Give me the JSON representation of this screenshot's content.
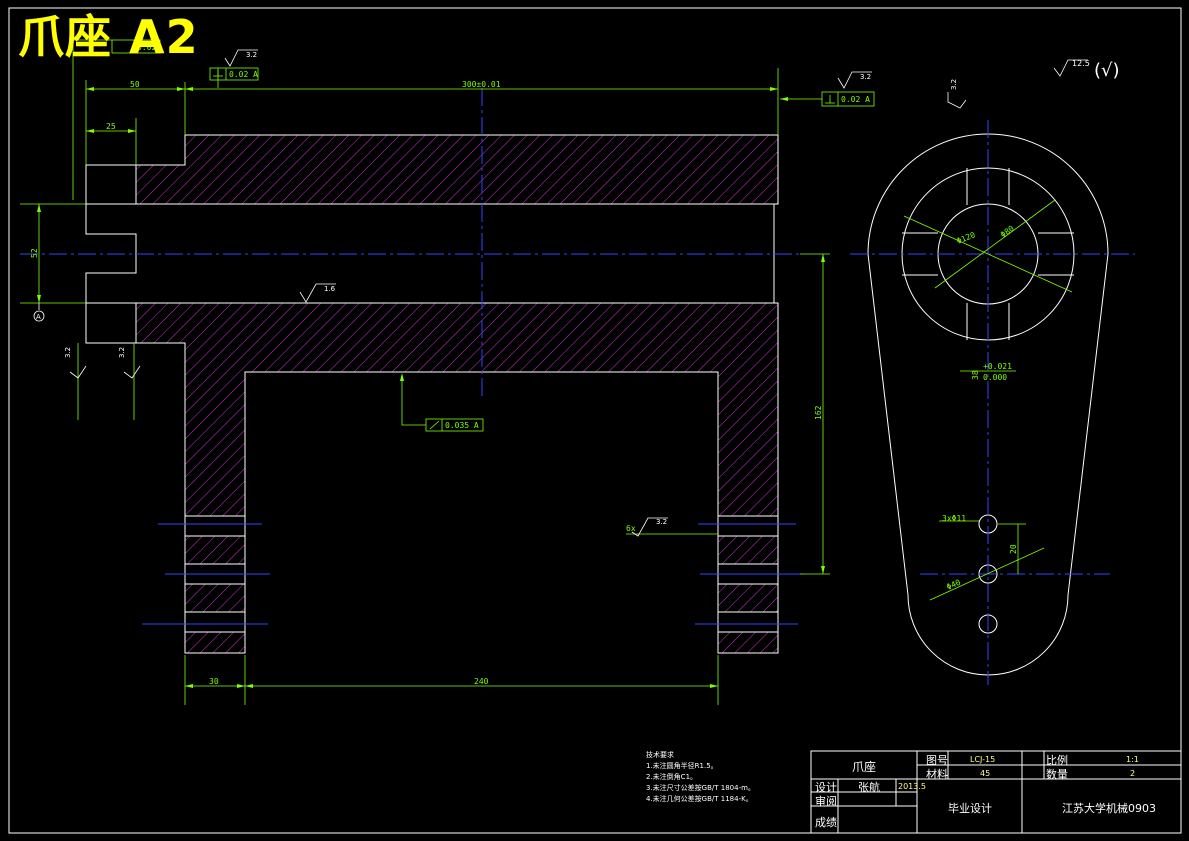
{
  "title": "爪座 A2",
  "colors": {
    "background": "#000000",
    "outline": "#ffffff",
    "hatch": "#cc33cc",
    "dimension": "#7fff00",
    "centerline": "#3344ff",
    "title": "#ffff00"
  },
  "dims": {
    "d50": "50",
    "d25": "25",
    "d300": "300±0.01",
    "d52": "52",
    "d30": "30",
    "d240": "240",
    "d162": "162",
    "phi120": "Φ120",
    "phi80": "Φ80",
    "phi40": "Φ40",
    "hole3": "3xΦ11",
    "tol_top": "+0.021",
    "tol_bot": "0.000",
    "d38": "38",
    "d20": "20",
    "holes6": "6x"
  },
  "tolerances": {
    "tl_perp": "0.02",
    "tl_flat": "0.02 A",
    "right_perp": "0.02 A",
    "mid_flat": "0.035 A"
  },
  "roughness": {
    "r32a": "3.2",
    "r32b": "3.2",
    "r16": "1.6",
    "r32c": "3.2",
    "r32d": "3.2",
    "r32e": "3.2",
    "r32f": "3.2",
    "global": "12.5",
    "global_suffix": "(√)"
  },
  "datum": "A",
  "tech_notes": {
    "heading": "技术要求",
    "items": [
      "1.未注圆角半径R1.5。",
      "2.未注倒角C1。",
      "3.未注尺寸公差按GB/T 1804-m。",
      "4.未注几何公差按GB/T 1184-K。"
    ]
  },
  "title_block": {
    "part_name": "爪座",
    "drawing_no_label": "图号",
    "drawing_no_value": "LCJ-15",
    "material_label": "材料",
    "material_value": "45",
    "scale_label": "比例",
    "scale_value": "1:1",
    "qty_label": "数量",
    "qty_value": "2",
    "designer_label": "设计",
    "designer_name": "张航",
    "date": "2013.5",
    "reviewer_label": "审阅",
    "grade_label": "成绩",
    "project": "毕业设计",
    "school": "江苏大学机械0903"
  }
}
